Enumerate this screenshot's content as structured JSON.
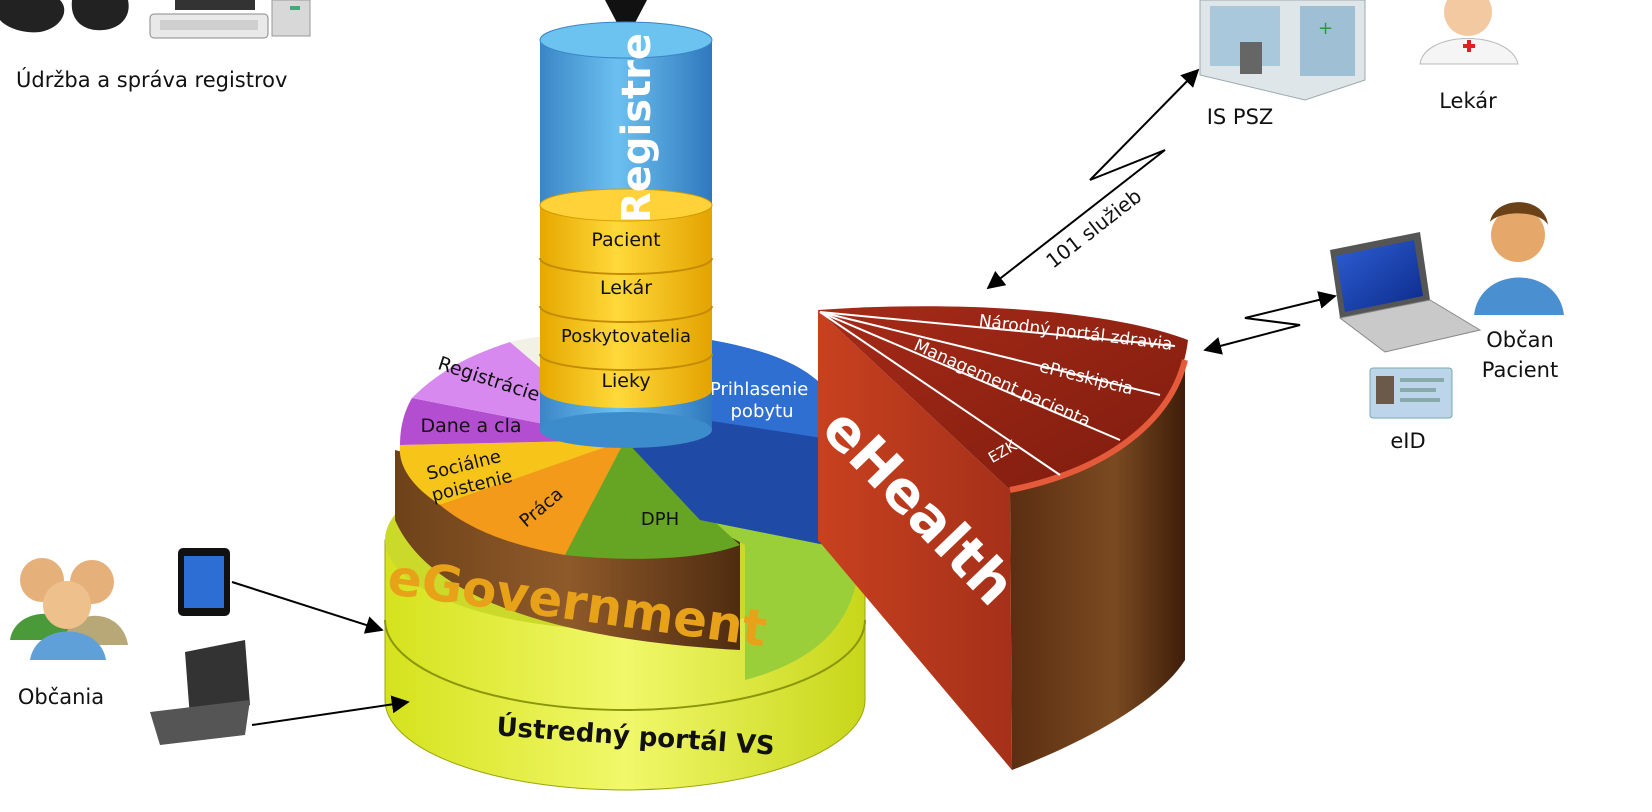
{
  "admin": {
    "caption": "Údržba a správa registrov",
    "icon": "admin-workstation-icon"
  },
  "registers": {
    "title": "Registre",
    "items": [
      "Pacient",
      "Lekár",
      "Poskytovatelia",
      "Lieky"
    ]
  },
  "egov": {
    "title": "eGovernment",
    "portal": "Ústredný portál VS",
    "segments": [
      "Registrácie",
      "Dane a cla",
      "Sociálne poistenie",
      "Práca",
      "DPH",
      "Prihlasenie pobytu"
    ]
  },
  "ehealth": {
    "title": "eHealth",
    "items": [
      "Národný portál zdravia",
      "ePreskipcia",
      "Management pacienta",
      "EZK"
    ],
    "services": "101 služieb"
  },
  "actors": {
    "is_psz": "IS PSZ",
    "lekar": "Lekár",
    "obcan": "Občan",
    "pacient": "Pacient",
    "eid": "eID",
    "obcania": "Občania"
  },
  "colors": {
    "cylinder_blue": "#4a9fd8",
    "register_yellow": "#f7c415",
    "egov_brown": "#7a4a1f",
    "egov_title": "#e8a21a",
    "portal_yellow": "#e4ef35",
    "ehealth_red": "#a5301e",
    "dph_green": "#6aa123",
    "prace_orange": "#f39a1b",
    "dane_purple": "#b44ed0",
    "pobyt_blue": "#1f4a9c"
  }
}
